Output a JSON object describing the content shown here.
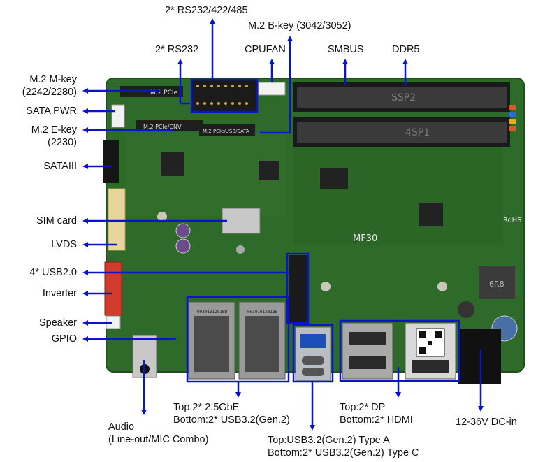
{
  "labels": {
    "rs232_422_485": "2* RS232/422/485",
    "rs232": "2* RS232",
    "m2_bkey": "M.2 B-key (3042/3052)",
    "cpufan": "CPUFAN",
    "smbus": "SMBUS",
    "ddr5": "DDR5",
    "m2_mkey_line1": "M.2 M-key",
    "m2_mkey_line2": "(2242/2280)",
    "sata_pwr": "SATA PWR",
    "m2_ekey_line1": "M.2 E-key",
    "m2_ekey_line2": "(2230)",
    "sataiii": "SATAIII",
    "sim_card": "SIM card",
    "lvds": "LVDS",
    "usb20": "4* USB2.0",
    "inverter": "Inverter",
    "speaker": "Speaker",
    "gpio": "GPIO",
    "audio_line1": "Audio",
    "audio_line2": "(Line-out/MIC Combo)",
    "lan_line1": "Top:2* 2.5GbE",
    "lan_line2": "Bottom:2* USB3.2(Gen.2)",
    "usb_line1": "Top:USB3.2(Gen.2) Type A",
    "usb_line2": "Bottom:2* USB3.2(Gen.2) Type C",
    "dp_line1": "Top:2* DP",
    "dp_line2": "Bottom:2* HDMI",
    "dcin": "12-36V DC-in"
  },
  "board_print": {
    "m2_pcie_1": "M.2 PCIe",
    "m2_pcie_cnvi": "M.2 PCIe/CNVi",
    "m2_pcie_usb_sata": "M.2 PCIe/USB/SATA",
    "so_dimm_1": "SSP2",
    "so_dimm_2": "4SP1",
    "model": "MF30",
    "rohs": "RoHS",
    "inductor": "6R8",
    "mac_1": "0030161281BD",
    "mac_2": "0030161281BE"
  },
  "colors": {
    "pcb": "#2e6b2a",
    "pcb_dark": "#1f4f1d",
    "accent": "#1a1fd0",
    "annotation": "#0a14c8"
  }
}
